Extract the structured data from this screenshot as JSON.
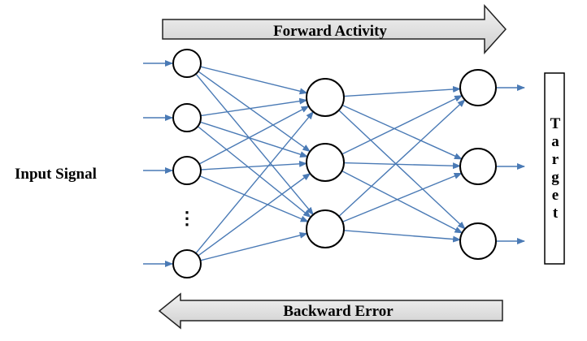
{
  "forward_label": "Forward Activity",
  "backward_label": "Backward Error",
  "input_label": "Input Signal",
  "ellipsis": "⋮",
  "target_label": "Target",
  "colors": {
    "connection": "#4a7ab5",
    "banner_fill": "#e3e3e3",
    "banner_stroke": "#222222",
    "node_stroke": "#000000"
  }
}
